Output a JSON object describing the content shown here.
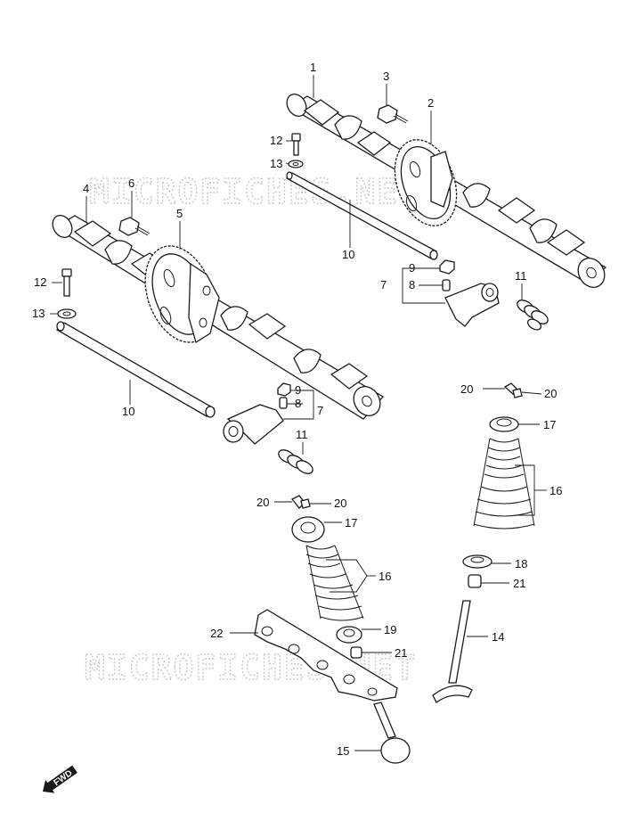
{
  "watermark": {
    "top": "MICROFICHES.NET",
    "bottom": "MICROFICHES.NET"
  },
  "fwd_label": "FWD",
  "colors": {
    "line": "#1a1a1a",
    "watermark": "#c8c8c8",
    "background": "#ffffff"
  },
  "callouts": {
    "c1": "1",
    "c2": "2",
    "c3": "3",
    "c4": "4",
    "c5": "5",
    "c6": "6",
    "c7a": "7",
    "c7b": "7",
    "c8a": "8",
    "c8b": "8",
    "c9a": "9",
    "c9b": "9",
    "c10a": "10",
    "c10b": "10",
    "c11a": "11",
    "c11b": "11",
    "c12a": "12",
    "c12b": "12",
    "c13a": "13",
    "c13b": "13",
    "c14": "14",
    "c15": "15",
    "c16a": "16",
    "c16b": "16",
    "c17a": "17",
    "c17b": "17",
    "c18": "18",
    "c19": "19",
    "c20a": "20",
    "c20b": "20",
    "c20c": "20",
    "c20d": "20",
    "c21a": "21",
    "c21b": "21",
    "c22": "22"
  }
}
